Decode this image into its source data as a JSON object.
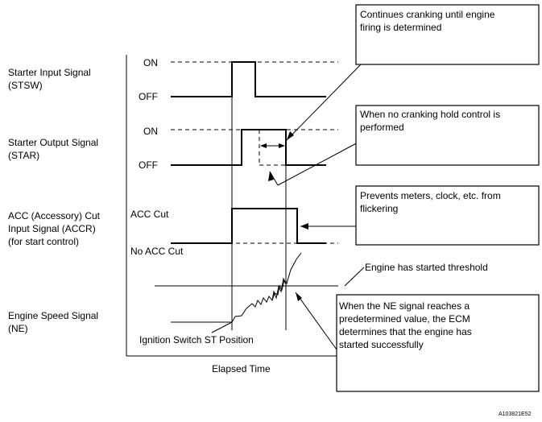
{
  "signals": {
    "stsw": {
      "label_line1": "Starter Input Signal",
      "label_line2": "(STSW)",
      "on_label": "ON",
      "off_label": "OFF"
    },
    "star": {
      "label_line1": "Starter Output Signal",
      "label_line2": "(STAR)",
      "on_label": "ON",
      "off_label": "OFF"
    },
    "accr": {
      "label_line1": "ACC (Accessory) Cut",
      "label_line2": "Input Signal (ACCR)",
      "label_line3": "(for start control)",
      "high_label": "ACC Cut",
      "low_label": "No ACC Cut"
    },
    "ne": {
      "label_line1": "Engine Speed Signal",
      "label_line2": "(NE)"
    }
  },
  "callouts": {
    "cranking": {
      "line1": "Continues cranking until engine",
      "line2": "firing is determined"
    },
    "hold": {
      "line1": "When no cranking hold control is",
      "line2": "performed"
    },
    "flicker": {
      "line1": "Prevents meters, clock, etc. from",
      "line2": "flickering"
    },
    "ne_value": {
      "line1": "When the NE signal reaches a",
      "line2": "predetermined value, the ECM",
      "line3": "determines that the engine has",
      "line4": "started successfully"
    }
  },
  "annotations": {
    "threshold": "Engine has started threshold",
    "ignition": "Ignition Switch ST Position",
    "x_axis": "Elapsed Time",
    "figure_code": "A103821E52"
  }
}
